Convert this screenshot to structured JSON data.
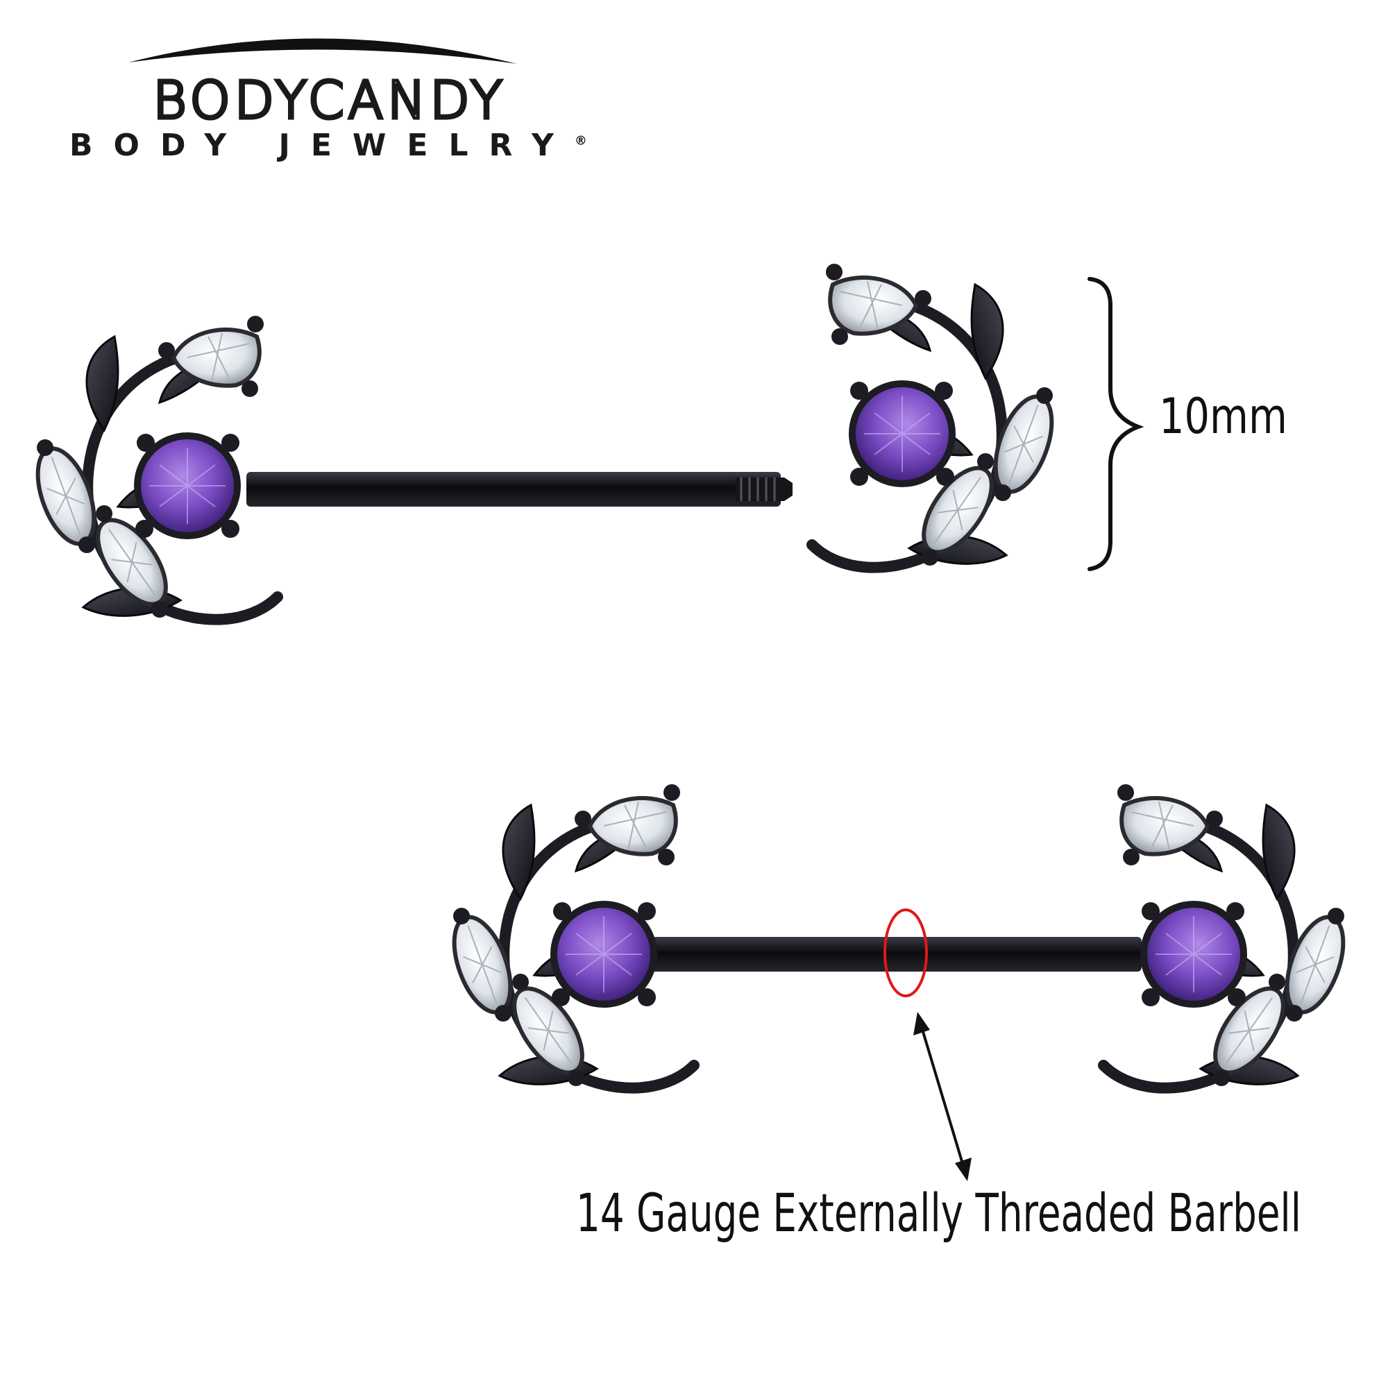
{
  "brand": {
    "name": "BODYCANDY",
    "tagline": "BODY JEWELRY",
    "registered_mark": "®"
  },
  "annotations": {
    "size_label": "10mm",
    "barbell_caption": "14 Gauge Externally Threaded Barbell"
  },
  "colors": {
    "metal": "#1c1c22",
    "amethyst": "#7a4cc4",
    "crystal": "#e8ecf0",
    "highlight_ring": "#e01818",
    "text": "#111111"
  },
  "icons": {
    "logo_swoosh": "arc-swoosh",
    "size_bracket": "curly-brace",
    "pointer": "double-arrow"
  }
}
